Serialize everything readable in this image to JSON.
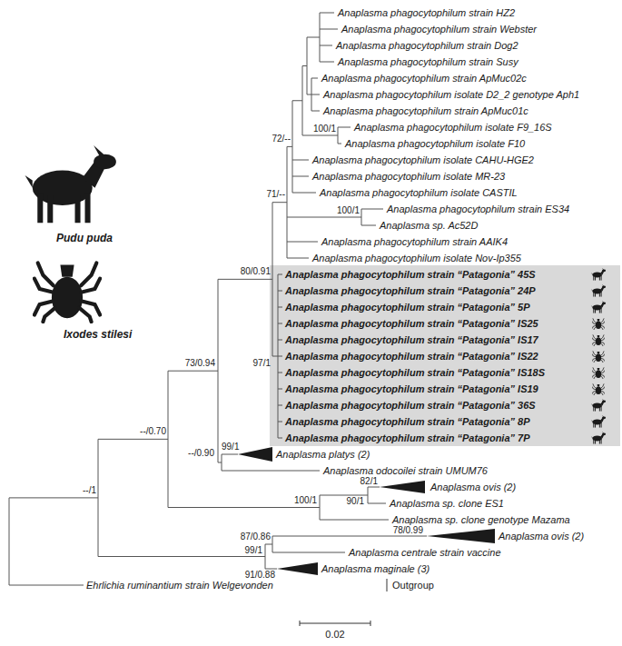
{
  "diagram": {
    "nodes": [
      {
        "text": [
          "Anaplasma phagocytophilum strain “Patagonia” 45S",
          "Anaplasma phagocytophilum strain “Patagonia” 24P",
          "Anaplasma phagocytophilum strain “Patagonia” 5P",
          "Anaplasma phagocytophilum strain “Patagonia” IS25",
          "Anaplasma phagocytophilum strain “Patagonia” IS17",
          "Anaplasma phagocytophilum strain “Patagonia” IS22",
          "Anaplasma phagocytophilum strain “Patagonia” IS18S",
          "Anaplasma phagocytophilum strain “Patagonia” IS19",
          "Anaplasma phagocytophilum strain “Patagonia” 36S",
          "Anaplasma phagocytophilum strain “Patagonia” 8P",
          "Anaplasma phagocytophilum strain “Patagonia” 7P"
        ]
      }
    ],
    "labels": [
      "Anaplasma phagocytophilum strain HZ2",
      "Anaplasma phagocytophilum strain Webster",
      "Anaplasma phagocytophilum strain Dog2",
      "Anaplasma phagocytophilum strain Susy",
      "Anaplasma phagocytophilum strain ApMuc02c",
      "Anaplasma phagocytophilum isolate D2_2 genotype Aph1",
      "Anaplasma phagocytophilum strain ApMuc01c",
      "Anaplasma phagocytophilum isolate F9_16S",
      "Anaplasma phagocytophilum isolate F10",
      "Anaplasma phagocytophilum isolate CAHU-HGE2",
      "Anaplasma phagocytophilum isolate MR-23",
      "Anaplasma phagocytophilum isolate CASTIL",
      "Anaplasma phagocytophilum strain ES34",
      "Anaplasma sp. Ac52D",
      "Anaplasma phagocytophilum strain AAIK4",
      "Anaplasma phagocytophilum isolate Nov-Ip355",
      "Anaplasma platys (2)",
      "Anaplasma odocoilei strain UMUM76",
      "Anaplasma ovis (2)",
      "Anaplasma sp. clone ES1",
      "Anaplasma sp. clone genotype Mazama",
      "Anaplasma ovis (2)",
      "Anaplasma centrale strain vaccine",
      "Anaplasma maginale (3)",
      "Ehrlichia ruminantium strain Welgevonden",
      "Outgroup",
      "100/1",
      "72/--",
      "100/1",
      "71/--",
      "80/0.91",
      "97/1",
      "73/0.94",
      "--/0.90",
      "99/1",
      "--/0.70",
      "100/1",
      "90/1",
      "82/1",
      "--/1",
      "78/0.99",
      "87/0.86",
      "99/1",
      "91/0.88",
      "Pudu puda",
      "Ixodes stilesi",
      "0.02"
    ]
  }
}
